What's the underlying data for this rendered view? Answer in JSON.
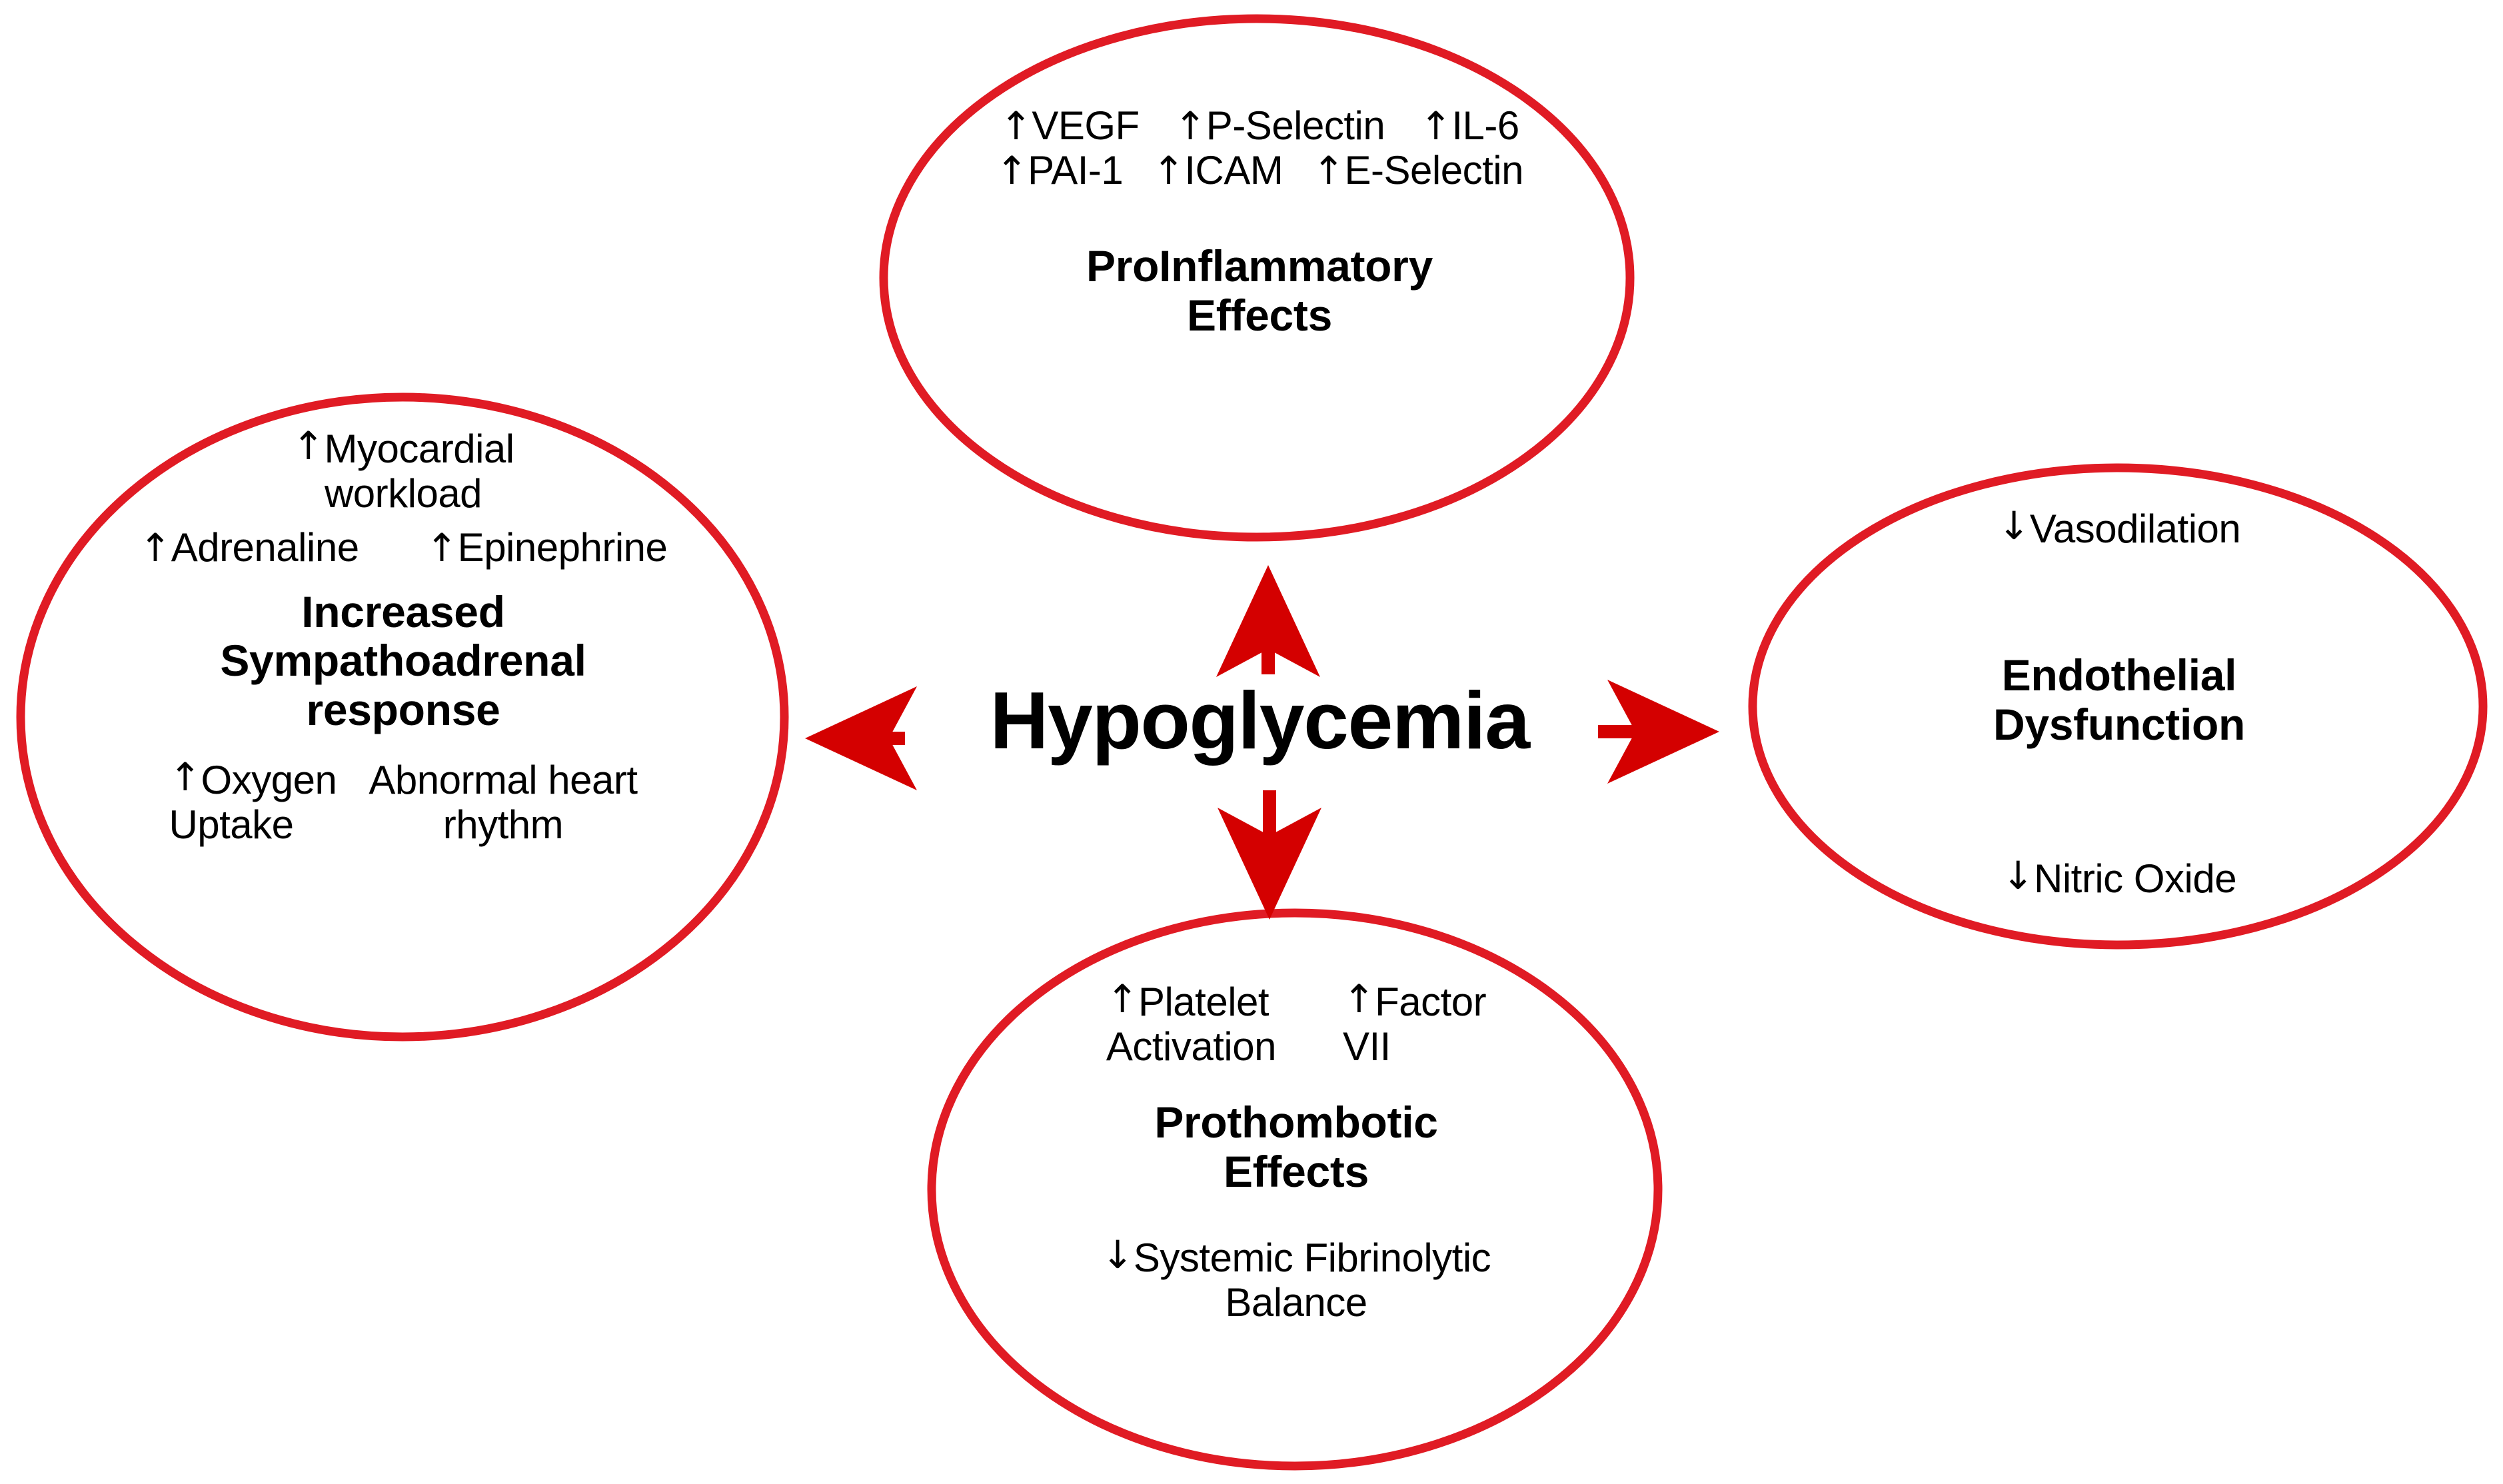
{
  "center": {
    "label": "Hypoglycemia"
  },
  "theme": {
    "ellipse_stroke": "#e01b24",
    "text_color": "#000000",
    "arrow_color": "#d40000",
    "background": "#ffffff"
  },
  "arrows": [
    {
      "name": "arrow-to-sympathoadrenal",
      "direction": "left",
      "glyph": "←"
    },
    {
      "name": "arrow-to-endothelial",
      "direction": "right",
      "glyph": "→"
    },
    {
      "name": "arrow-to-proinflammatory",
      "direction": "up",
      "glyph": "↑"
    },
    {
      "name": "arrow-to-prothrombotic",
      "direction": "down",
      "glyph": "↓"
    }
  ],
  "nodes": {
    "proinflammatory": {
      "title_line1": "ProInflammatory",
      "title_line2": "Effects",
      "markers_row1": [
        {
          "arrow": "↑",
          "label": "VEGF"
        },
        {
          "arrow": "↑",
          "label": "P-Selectin"
        },
        {
          "arrow": "↑",
          "label": "IL-6"
        }
      ],
      "markers_row2": [
        {
          "arrow": "↑",
          "label": "PAI-1"
        },
        {
          "arrow": "↑",
          "label": "ICAM"
        },
        {
          "arrow": "↑",
          "label": "E-Selectin"
        }
      ]
    },
    "sympathoadrenal": {
      "title_line1": "Increased",
      "title_line2": "Sympathoadrenal",
      "title_line3": "response",
      "top_marker": {
        "arrow": "↑",
        "label_line1": "Myocardial",
        "label_line2": "workload"
      },
      "mid_left": {
        "arrow": "↑",
        "label": "Adrenaline"
      },
      "mid_right": {
        "arrow": "↑",
        "label": "Epinephrine"
      },
      "bottom_left": {
        "arrow": "↑",
        "label_line1": "Oxygen",
        "label_line2": "Uptake"
      },
      "bottom_right": {
        "arrow": "",
        "label_line1": "Abnormal heart",
        "label_line2": "rhythm"
      }
    },
    "endothelial": {
      "title_line1": "Endothelial",
      "title_line2": "Dysfunction",
      "top_marker": {
        "arrow": "↓",
        "label": "Vasodilation"
      },
      "bottom_marker": {
        "arrow": "↓",
        "label": "Nitric Oxide"
      }
    },
    "prothrombotic": {
      "title_line1": "Prothombotic",
      "title_line2": "Effects",
      "top_left": {
        "arrow": "↑",
        "label_line1": "Platelet",
        "label_line2": "Activation"
      },
      "top_right": {
        "arrow": "↑",
        "label_line1": "Factor",
        "label_line2": "VII"
      },
      "bottom_marker": {
        "arrow": "↓",
        "label_line1": "Systemic Fibrinolytic",
        "label_line2": "Balance"
      }
    }
  }
}
